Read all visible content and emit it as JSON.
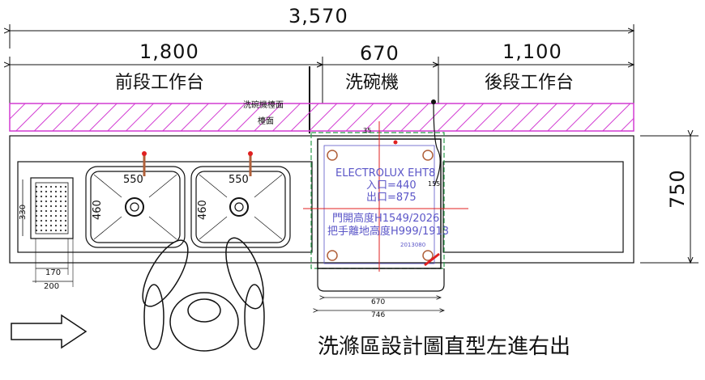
{
  "dimensions": {
    "total": "3,570",
    "front_bench": "1,800",
    "dishwasher": "670",
    "rear_bench": "1,100",
    "depth": "750",
    "sink1_width": "550",
    "sink1_depth": "460",
    "sink2_width": "550",
    "sink2_depth": "460",
    "basket_depth": "330",
    "basket_width_inner": "170",
    "basket_width_outer": "200",
    "dw_inner_width": "670",
    "dw_outer_width": "746"
  },
  "zones": {
    "front": "前段工作台",
    "dishwasher": "洗碗機",
    "rear": "後段工作台"
  },
  "dishwasher_label": {
    "model": "ELECTROLUX EHT8",
    "inlet": "入口=440",
    "outlet": "出口=875",
    "door_height": "門開高度H1549/2026",
    "handle_height": "把手離地高度H999/1913",
    "code": "2013080"
  },
  "small_labels": {
    "left_note": "洗碗機檯面",
    "left_note2": "檯面",
    "v_35": "35",
    "v_155": "155"
  },
  "title": "洗滌區設計圖直型左進右出",
  "colors": {
    "line": "#111111",
    "hatch": "#d23bd2",
    "blue": "#5b56c8",
    "red": "#e02020",
    "green": "#2a9a4a",
    "brown": "#b0603a"
  }
}
